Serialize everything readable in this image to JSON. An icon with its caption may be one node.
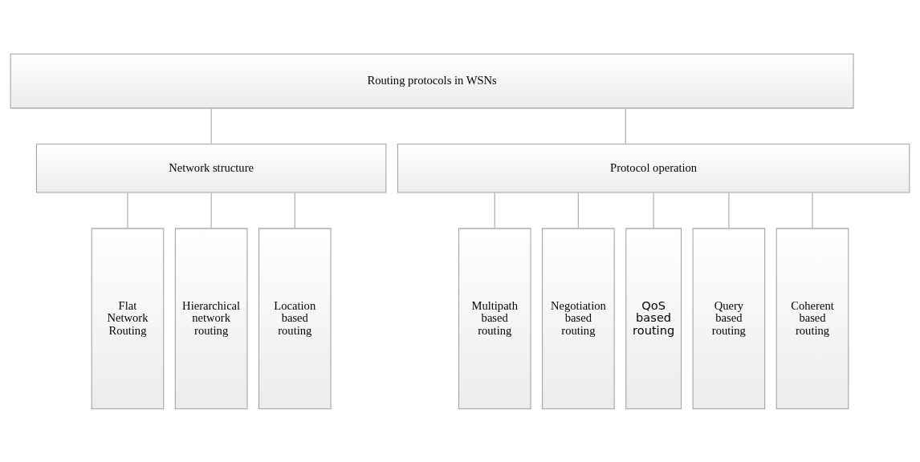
{
  "diagram": {
    "nodes": [
      {
        "text": [
          "Routing protocols in WSNs"
        ]
      },
      {
        "text": [
          "Network structure"
        ]
      },
      {
        "text": [
          "Protocol operation"
        ]
      },
      {
        "text": [
          "Flat Network Routing"
        ]
      },
      {
        "text": [
          "Hierarchical network routing"
        ]
      },
      {
        "text": [
          "Location based routing"
        ]
      },
      {
        "text": [
          "Multipath based routing"
        ]
      },
      {
        "text": [
          "Negotiation based routing"
        ]
      },
      {
        "text": [
          "QoS based routing"
        ]
      },
      {
        "text": [
          "Query based routing"
        ]
      },
      {
        "text": [
          "Coherent based routing"
        ]
      }
    ],
    "edges": [
      {
        "from": 0,
        "to": 1,
        "arrow": "none"
      },
      {
        "from": 0,
        "to": 2,
        "arrow": "none"
      },
      {
        "from": 1,
        "to": 3,
        "arrow": "none"
      },
      {
        "from": 1,
        "to": 4,
        "arrow": "none"
      },
      {
        "from": 1,
        "to": 5,
        "arrow": "none"
      },
      {
        "from": 2,
        "to": 6,
        "arrow": "none"
      },
      {
        "from": 2,
        "to": 7,
        "arrow": "none"
      },
      {
        "from": 2,
        "to": 8,
        "arrow": "none"
      },
      {
        "from": 2,
        "to": 9,
        "arrow": "none"
      },
      {
        "from": 2,
        "to": 10,
        "arrow": "none"
      }
    ]
  }
}
